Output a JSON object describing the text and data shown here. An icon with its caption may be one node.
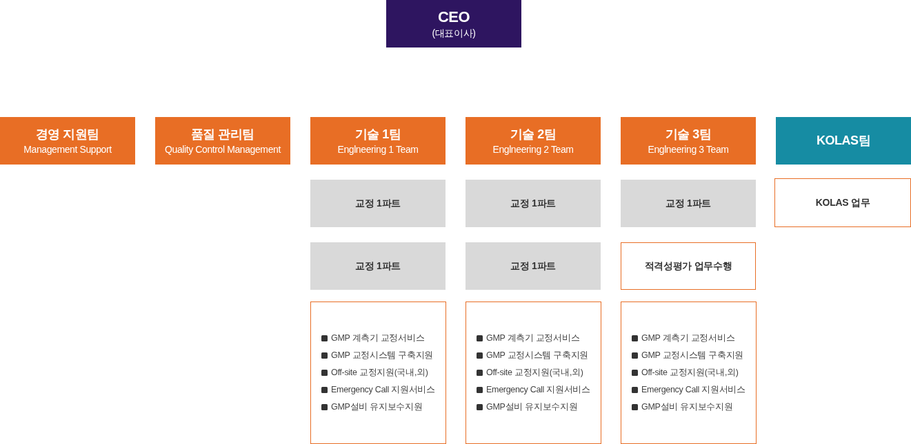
{
  "diagram": {
    "nodes": [
      {
        "text": [
          "CEO",
          "(대표이사)"
        ]
      },
      {
        "text": [
          "경영 지원팀",
          "Management Support"
        ]
      },
      {
        "text": [
          "품질 관리팀",
          "Quality Control Management"
        ]
      },
      {
        "text": [
          "기술 1팀",
          "Englneering 1 Team"
        ]
      },
      {
        "text": [
          "기술 2팀",
          "Englneering 2 Team"
        ]
      },
      {
        "text": [
          "기술 3팀",
          "Englneering 3 Team"
        ]
      },
      {
        "text": [
          "KOLAS팀"
        ]
      },
      {
        "text": [
          "교정 1파트"
        ]
      },
      {
        "text": [
          "교정 1파트"
        ]
      },
      {
        "text": [
          "교정 1파트"
        ]
      },
      {
        "text": [
          "KOLAS 업무"
        ]
      },
      {
        "text": [
          "교정 1파트"
        ]
      },
      {
        "text": [
          "교정 1파트"
        ]
      },
      {
        "text": [
          "적격성평가 업무수행"
        ]
      },
      {
        "text": [
          "GMP 계측기 교정서비스",
          "GMP 교정시스템 구축지원",
          "Off-site 교정지원(국내,외)",
          "Emergency Call 지원서비스",
          "GMP설비 유지보수지원"
        ]
      },
      {
        "text": [
          "GMP 계측기 교정서비스",
          "GMP 교정시스템 구축지원",
          "Off-site 교정지원(국내,외)",
          "Emergency Call 지원서비스",
          "GMP설비 유지보수지원"
        ]
      },
      {
        "text": [
          "GMP 계측기 교정서비스",
          "GMP 교정시스템 구축지원",
          "Off-site 교정지원(국내,외)",
          "Emergency Call 지원서비스",
          "GMP설비 유지보수지원"
        ]
      }
    ]
  }
}
